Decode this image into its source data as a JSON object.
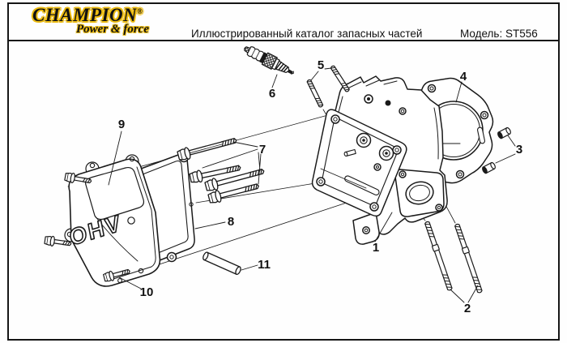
{
  "header": {
    "brand": "CHAMPION",
    "registered_mark": "®",
    "tagline": "Power & force",
    "catalog_title": "Иллюстрированный каталог запасных частей",
    "model": "Модель: ST556"
  },
  "diagram": {
    "cover_embossed_text": "OHV",
    "callouts": [
      {
        "label": "1"
      },
      {
        "label": "2"
      },
      {
        "label": "3"
      },
      {
        "label": "4"
      },
      {
        "label": "5"
      },
      {
        "label": "6"
      },
      {
        "label": "7"
      },
      {
        "label": "8"
      },
      {
        "label": "9"
      },
      {
        "label": "10"
      },
      {
        "label": "11"
      }
    ]
  },
  "colors": {
    "line": "#1a1a1a",
    "brand_gold": "#ecbb10",
    "paper": "#ffffff"
  }
}
